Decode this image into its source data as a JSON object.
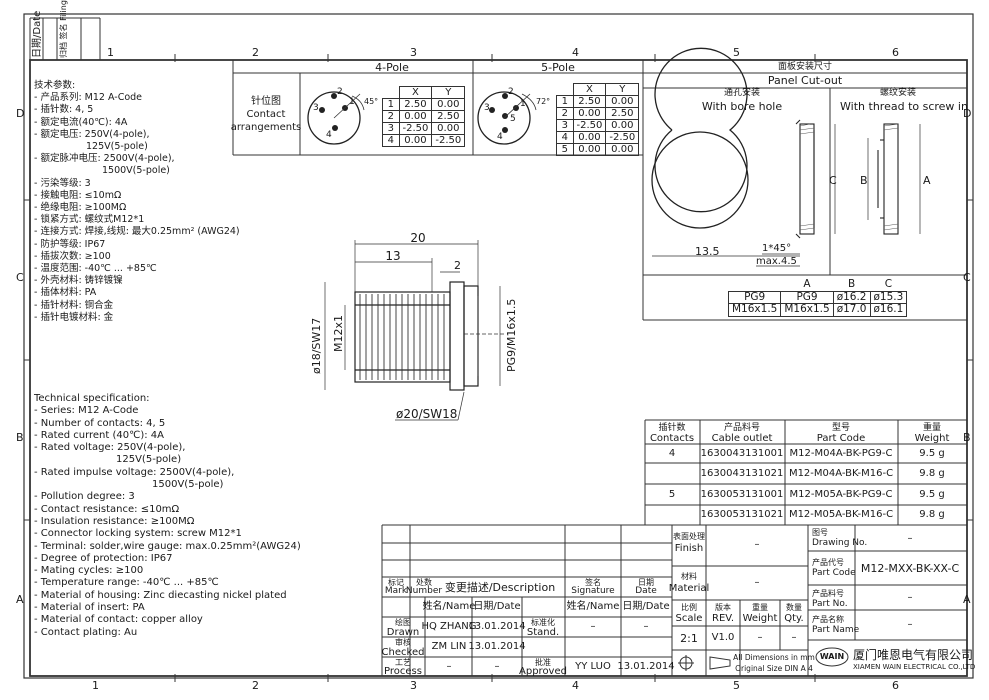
{
  "frame": {
    "zone_numbers": [
      "1",
      "2",
      "3",
      "4",
      "5",
      "6"
    ],
    "zone_letters": [
      "D",
      "C",
      "B",
      "A"
    ],
    "corner_labels": [
      "日期/Date",
      "归档 签名 Filing Clerk"
    ]
  },
  "headers": {
    "pole4": "4-Pole",
    "pole5": "5-Pole",
    "contact_arr_cn": "针位图",
    "contact_arr_en1": "Contact",
    "contact_arr_en2": "arrangements",
    "panel_cn": "面板安装尺寸",
    "panel_en": "Panel Cut-out",
    "bore_cn": "通孔安装",
    "bore_en": "With bore hole",
    "thread_cn": "螺纹安装",
    "thread_en": "With thread to screw in"
  },
  "coord_table_4": {
    "headers": [
      "",
      "X",
      "Y"
    ],
    "rows": [
      [
        "1",
        "2.50",
        "0.00"
      ],
      [
        "2",
        "0.00",
        "2.50"
      ],
      [
        "3",
        "-2.50",
        "0.00"
      ],
      [
        "4",
        "0.00",
        "-2.50"
      ]
    ]
  },
  "coord_table_5": {
    "headers": [
      "",
      "X",
      "Y"
    ],
    "rows": [
      [
        "1",
        "2.50",
        "0.00"
      ],
      [
        "2",
        "0.00",
        "2.50"
      ],
      [
        "3",
        "-2.50",
        "0.00"
      ],
      [
        "4",
        "0.00",
        "-2.50"
      ],
      [
        "5",
        "0.00",
        "0.00"
      ]
    ]
  },
  "pin_labels": {
    "four": [
      "1",
      "2",
      "3",
      "4"
    ],
    "five": [
      "1",
      "2",
      "3",
      "4",
      "5"
    ],
    "angle4": "45°",
    "angle5": "72°"
  },
  "specs_cn": [
    "技术参数:",
    "- 产品系列: M12 A-Code",
    "- 插针数: 4, 5",
    "- 额定电流(40℃): 4A",
    "- 额定电压: 250V(4-pole),",
    "125V(5-pole)",
    "- 额定脉冲电压: 2500V(4-pole),",
    "1500V(5-pole)",
    "- 污染等级: 3",
    "- 接触电阻: ≤10mΩ",
    "- 绝缘电阻: ≥100MΩ",
    "- 锁紧方式: 螺纹式M12*1",
    "- 连接方式: 焊接,线规: 最大0.25mm² (AWG24)",
    "- 防护等级: IP67",
    "- 插拔次数: ≥100",
    "- 温度范围: -40℃ ... +85℃",
    "- 外壳材料: 铸锌镀镍",
    "- 插体材料: PA",
    "- 插针材料: 铜合金",
    "- 插针电镀材料: 金"
  ],
  "specs_en": [
    "Technical specification:",
    "- Series: M12 A-Code",
    "- Number of contacts: 4, 5",
    "- Rated current (40℃): 4A",
    "- Rated voltage: 250V(4-pole),",
    "125V(5-pole)",
    "- Rated impulse voltage: 2500V(4-pole),",
    "1500V(5-pole)",
    "- Pollution degree: 3",
    "- Contact resistance: ≤10mΩ",
    "- Insulation resistance: ≥100MΩ",
    "- Connector locking system: screw M12*1",
    "- Terminal: solder,wire gauge: max.0.25mm²(AWG24)",
    "- Degree of protection: IP67",
    "- Mating cycles: ≥100",
    "- Temperature range: -40℃ ... +85℃",
    "- Material of housing: Zinc diecasting nickel plated",
    "- Material of insert: PA",
    "- Material of contact: copper alloy",
    "- Contact plating: Au"
  ],
  "dims": {
    "d20": "20",
    "d13": "13",
    "d2": "2",
    "d17": "ø18/SW17",
    "m12": "M12x1",
    "pg": "PG9/M16x1.5",
    "sw18": "ø20/SW18",
    "p135": "13.5",
    "p45": "1*45°",
    "p45b": "max.4.5",
    "pc": "C",
    "pb": "B",
    "pa": "A"
  },
  "panel_table": {
    "headers": [
      "",
      "A",
      "B",
      "C"
    ],
    "rows": [
      [
        "PG9",
        "PG9",
        "ø16.2",
        "ø15.3"
      ],
      [
        "M16x1.5",
        "M16x1.5",
        "ø17.0",
        "ø16.1"
      ]
    ]
  },
  "parts_table": {
    "headers": [
      [
        "插针数",
        "Contacts"
      ],
      [
        "产品料号",
        "Cable outlet"
      ],
      [
        "型号",
        "Part Code"
      ],
      [
        "重量",
        "Weight"
      ]
    ],
    "rows": [
      [
        "4",
        "1630043131001",
        "M12-M04A-BK-PG9-C",
        "9.5 g"
      ],
      [
        "",
        "1630043131021",
        "M12-M04A-BK-M16-C",
        "9.8 g"
      ],
      [
        "5",
        "1630053131001",
        "M12-M05A-BK-PG9-C",
        "9.5 g"
      ],
      [
        "",
        "1630053131021",
        "M12-M05A-BK-M16-C",
        "9.8 g"
      ]
    ]
  },
  "title_block": {
    "mark_cn": "标记",
    "mark": "Mark",
    "number_cn": "处数",
    "number": "Number",
    "desc": "变更描述/Description",
    "sig_cn": "签名",
    "sig": "Signature",
    "date_cn": "日期",
    "date": "Date",
    "name_date": "姓名/Name",
    "date_h": "日期/Date",
    "drawn_cn": "绘图",
    "drawn": "Drawn",
    "drawn_name": "HQ ZHANG",
    "drawn_date": "13.01.2014",
    "stand_cn": "标准化",
    "stand": "Stand.",
    "dash": "–",
    "checked_cn": "审核",
    "checked": "Checked",
    "checked_name": "ZM LIN",
    "checked_date": "13.01.2014",
    "process_cn": "工艺",
    "process": "Process",
    "approved_cn": "批准",
    "approved": "Approved",
    "approved_name": "YY LUO",
    "approved_date": "13.01.2014",
    "finish_cn": "表面处理",
    "finish": "Finish",
    "material_cn": "材料",
    "material": "Material",
    "scale_cn": "比例",
    "scale": "Scale",
    "rev_cn": "版本",
    "rev": "REV.",
    "weight_cn": "重量",
    "weight": "Weight",
    "qty_cn": "数量",
    "qty": "Qty.",
    "scale_val": "2:1",
    "rev_val": "V1.0",
    "dims_note1": "All Dimensions in mm",
    "dims_note2": "Original Size DIN A 4",
    "drawing_no_cn": "图号",
    "drawing_no": "Drawing No.",
    "part_code_cn": "产品代号",
    "part_code": "Part Code",
    "part_code_val": "M12-MXX-BK-XX-C",
    "part_no_cn": "产品料号",
    "part_no": "Part No.",
    "part_name_cn": "产品名称",
    "part_name": "Part Name",
    "company_logo": "WAIN",
    "company_cn": "厦门唯恩电气有限公司",
    "company_en": "XIAMEN WAIN ELECTRICAL CO.,LTD"
  }
}
